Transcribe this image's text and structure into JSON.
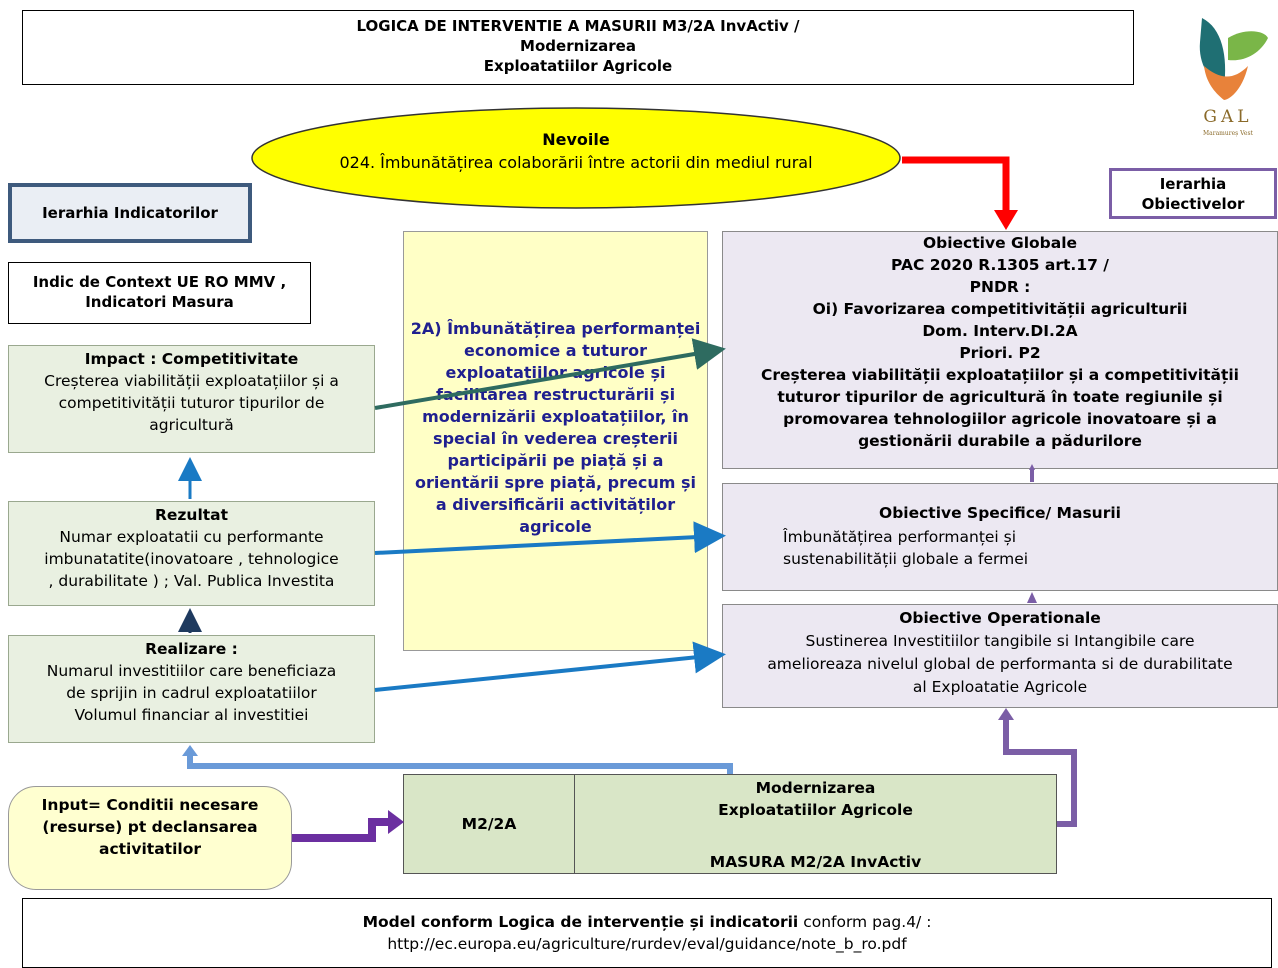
{
  "title": [
    "LOGICA DE INTERVENTIE A MASURII  M3/2A  InvActiv /",
    "Modernizarea",
    "Exploatatiilor Agricole"
  ],
  "logo": {
    "text": "GAL",
    "subtext": "Maramureș Vest",
    "colors": {
      "teal": "#1f6f73",
      "orange": "#e8823a",
      "green": "#7ab648"
    }
  },
  "needs": {
    "title": "Nevoile",
    "text": "024. Îmbunătățirea colaborării între actorii din mediul rural"
  },
  "ierarhia_indicatorilor": "Ierarhia Indicatorilor",
  "ierarhia_obiectivelor": [
    "Ierarhia",
    "Obiectivelor"
  ],
  "context": [
    "Indic de Context UE RO MMV ,",
    "Indicatori Masura"
  ],
  "impact": {
    "title": "Impact : Competitivitate",
    "lines": [
      "Creșterea viabilității exploatațiilor și a",
      "competitivității tuturor tipurilor de",
      "agricultură"
    ]
  },
  "result": {
    "title": "Rezultat",
    "lines": [
      "Numar exploatatii cu performante",
      "imbunatatite(inovatoare , tehnologice",
      ", durabilitate ) ; Val. Publica Investita"
    ]
  },
  "realizare": {
    "title": "Realizare :",
    "lines": [
      "Numarul investitiilor care beneficiaza",
      "de sprijin in cadrul exploatatiilor",
      "Volumul financiar al investitiei"
    ]
  },
  "measure_text": [
    "2A) Îmbunătățirea performanței",
    "economice a tuturor",
    "exploatațiilor agricole și",
    "facilitarea restructurării și",
    "modernizării exploatațiilor, în",
    "special în vederea creșterii",
    "participării pe piață și a",
    "orientării spre piață, precum și",
    "a diversificării activităților",
    "agricole"
  ],
  "objectives_global": [
    "Obiective Globale",
    "PAC 2020 R.1305 art.17  /",
    "PNDR :",
    "Oi) Favorizarea competitivității agriculturii",
    "Dom. Interv.DI.2A",
    "Priori. P2",
    "Creșterea viabilității exploatațiilor și a competitivității",
    "tuturor tipurilor de agricultură în toate regiunile și",
    "promovarea tehnologiilor agricole inovatoare și a",
    "gestionării durabile a pădurilore"
  ],
  "objectives_specific": {
    "title": "Obiective Specifice/ Masurii",
    "lines": [
      "Îmbunătățirea performanței și",
      "sustenabilității globale a fermei"
    ]
  },
  "objectives_operational": {
    "title": "Obiective Operationale",
    "lines": [
      "Sustinerea Investitiilor  tangibile si Intangibile care",
      "amelioreaza nivelul global de performanta si de durabilitate",
      "al Exploatatie Agricole"
    ]
  },
  "input": [
    "Input= Conditii necesare",
    "(resurse) pt declansarea",
    "activitatilor"
  ],
  "measure_row": {
    "code": "M2/2A",
    "name": [
      "Modernizarea",
      "Exploatatiilor Agricole",
      "MASURA M2/2A InvActiv"
    ]
  },
  "footer": {
    "bold": "Model conform Logica de intervenție și indicatorii",
    "normal": " conform pag.4/ :",
    "url": "http://ec.europa.eu/agriculture/rurdev/eval/guidance/note_b_ro.pdf"
  },
  "colors": {
    "ellipse": "#ffff00",
    "red_arrow": "#ff0000",
    "blue_arrow": "#1a7ac4",
    "dark_arrow": "#2e6b60",
    "purple_arrow": "#7b5ea6",
    "input_arrow": "#6b2fa0"
  }
}
